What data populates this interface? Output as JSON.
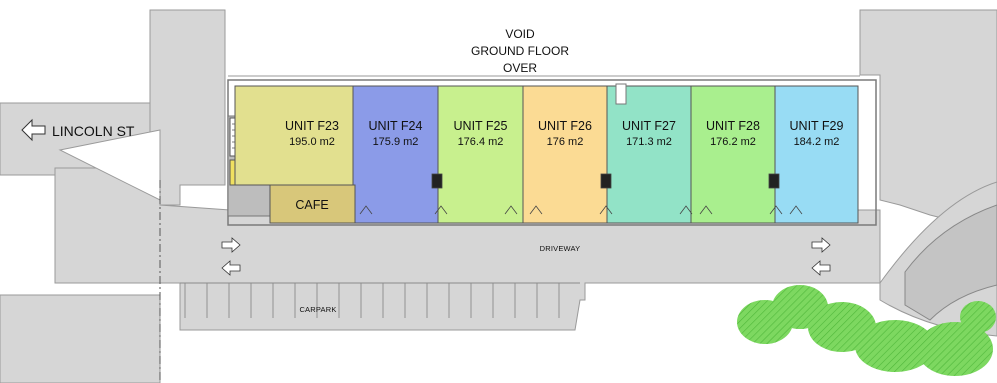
{
  "void_label": [
    "VOID",
    "GROUND FLOOR",
    "OVER"
  ],
  "street": {
    "label": "LINCOLN ST",
    "arrow_icon": "arrow-left-icon"
  },
  "units": [
    {
      "name": "UNIT F23",
      "area": "195.0 m2",
      "color": "#e2e08f"
    },
    {
      "name": "UNIT F24",
      "area": "175.9 m2",
      "color": "#8b9be8"
    },
    {
      "name": "UNIT F25",
      "area": "176.4 m2",
      "color": "#c8f08e"
    },
    {
      "name": "UNIT F26",
      "area": "176 m2",
      "color": "#fbdb94"
    },
    {
      "name": "UNIT F27",
      "area": "171.3 m2",
      "color": "#92e3c7"
    },
    {
      "name": "UNIT F28",
      "area": "176.2 m2",
      "color": "#a9ef8e"
    },
    {
      "name": "UNIT F29",
      "area": "184.2 m2",
      "color": "#98dcf4"
    }
  ],
  "cafe": {
    "label": "CAFE",
    "color": "#d8c77a"
  },
  "driveway_label": "DRIVEWAY",
  "carpark_label": "CARPARK",
  "colors": {
    "road": "#d6d6d6",
    "outline": "#6e6e6e",
    "tree": "#7dd860"
  }
}
